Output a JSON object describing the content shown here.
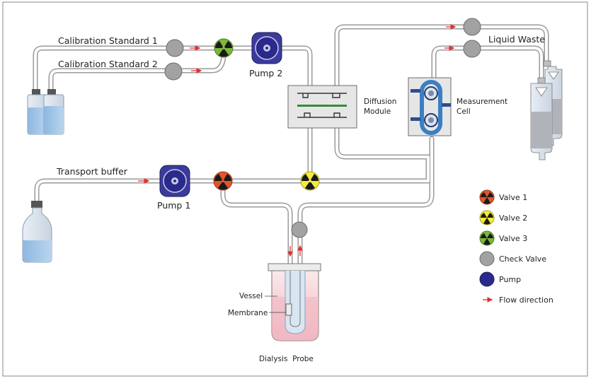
{
  "labels": {
    "cal_std_1": "Calibration Standard 1",
    "cal_std_2": "Calibration Standard 2",
    "pump_2": "Pump 2",
    "pump_1": "Pump 1",
    "transport_buffer": "Transport buffer",
    "diffusion_module_1": "Diffusion",
    "diffusion_module_2": "Module",
    "measurement_cell_1": "Measurement",
    "measurement_cell_2": "Cell",
    "liquid_waste": "Liquid Waste",
    "vessel": "Vessel",
    "membrane": "Membrane",
    "dialysis_probe": "Dialysis  Probe"
  },
  "legend": {
    "items": [
      {
        "key": "valve1",
        "label": "Valve 1",
        "color": "#e0562a"
      },
      {
        "key": "valve2",
        "label": "Valve 2",
        "color": "#f3ec3a"
      },
      {
        "key": "valve3",
        "label": "Valve 3",
        "color": "#7ab83a"
      },
      {
        "key": "check",
        "label": "Check Valve",
        "color": "#9a9a9a"
      },
      {
        "key": "pump",
        "label": "Pump",
        "color": "#2a2a8c"
      },
      {
        "key": "flow",
        "label": "Flow direction",
        "color": "#e03030"
      }
    ]
  },
  "colors": {
    "tube": "#bdbdbd",
    "liquid": "#a9cbe6",
    "vessel_fill": "#f3c7cf"
  }
}
